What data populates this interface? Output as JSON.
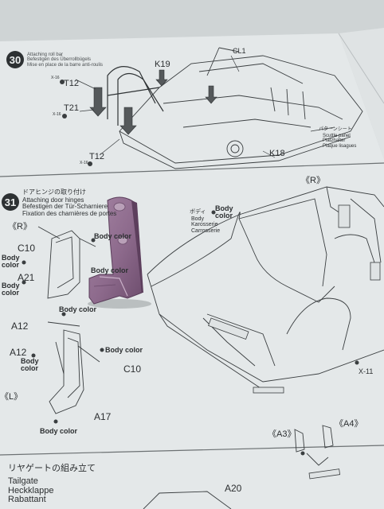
{
  "scene": "Photo of a model kit instruction sheet showing assembly steps 30 and 31 with a loose purple plastic part resting on the page",
  "step30": {
    "number": "30",
    "title_lines": [
      "Attaching roll bar",
      "Befestigen des Überrollbügels",
      "Mise en place de la barre anti-roulis"
    ],
    "labels": {
      "k19": "K19",
      "t12_top": "T12",
      "t21": "T21",
      "t12_bottom": "T12",
      "x16_top": "X-16",
      "x16_mid": "X-16",
      "x16_bottom": "X-16",
      "k18": "K18",
      "cl1": "CL1",
      "pattern_jp": "パターンシート",
      "pattern_lines": [
        "Scuttle panel",
        "Platzhalter",
        "Plaque lisagues"
      ]
    }
  },
  "step31": {
    "number": "31",
    "title_jp": "ドアヒンジの取り付け",
    "title_lines": [
      "Attaching door hinges",
      "Befestigen der Tür-Scharniere",
      "Fixation des charnières de portes"
    ],
    "labels": {
      "r_tag": "《R》",
      "r_right": "《R》",
      "l_tag": "《L》",
      "c10_top": "C10",
      "a21": "A21",
      "a12_top": "A12",
      "a12_mid": "A12",
      "c10_mid": "C10",
      "a17": "A17",
      "x11": "X-11",
      "body_jp": "ボディ",
      "body_lines": [
        "Body",
        "Karosserie",
        "Carrosserie"
      ],
      "body_color": "Body color",
      "body_color_2line": [
        "Body",
        "color"
      ]
    }
  },
  "step32": {
    "title_jp": "リヤゲートの組み立て",
    "title_lines": [
      "Tailgate",
      "Heckklappe",
      "Rabattant"
    ],
    "a20": "A20",
    "a3": "《A3》",
    "a4": "《A4》"
  },
  "colors": {
    "table": "#d4d9da",
    "paper": "#e5e9ea",
    "ink": "#2c2f31",
    "part": "#8e6b8e"
  }
}
